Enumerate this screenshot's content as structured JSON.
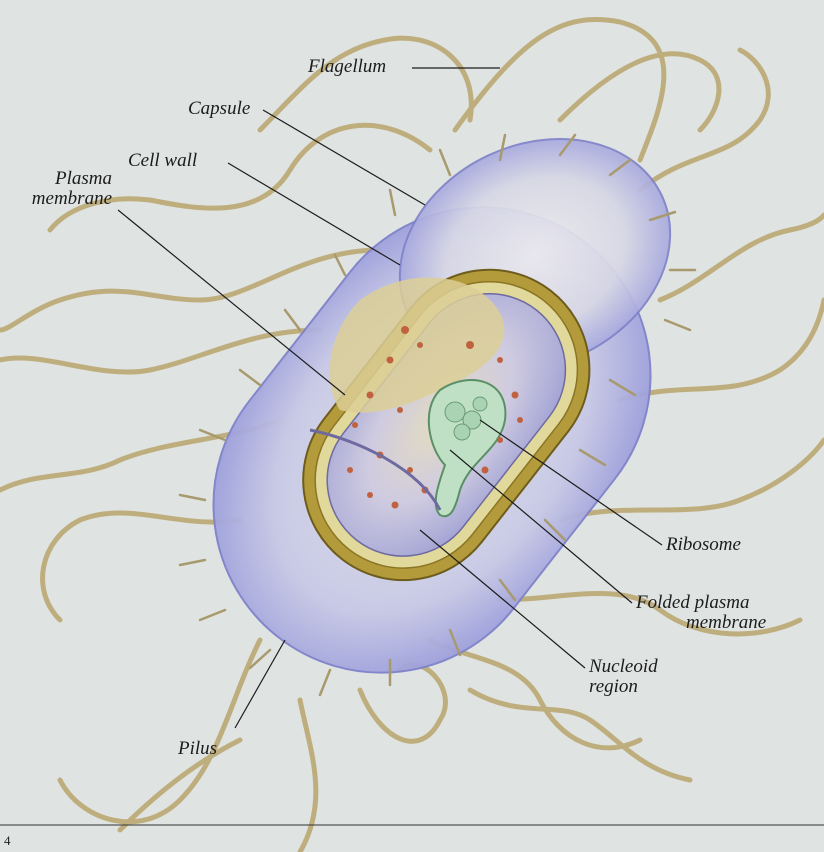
{
  "labels": {
    "flagellum": "Flagellum",
    "capsule": "Capsule",
    "cell_wall": "Cell wall",
    "plasma_membrane_line1": "Plasma",
    "plasma_membrane_line2": "membrane",
    "ribosome": "Ribosome",
    "folded_plasma_membrane_line1": "Folded plasma",
    "folded_plasma_membrane_line2": "membrane",
    "nucleoid_region_line1": "Nucleoid",
    "nucleoid_region_line2": "region",
    "pilus": "Pilus"
  },
  "page_number": "4",
  "colors": {
    "background": "#dfe3e2",
    "capsule": "#8f92d8",
    "cell_wall": "#b39b3c",
    "cytoplasm": "#c9c7dd",
    "nucleoid": "#bfe0c4",
    "flagellum": "#c9b98b",
    "ribosome": "#c0623f"
  }
}
